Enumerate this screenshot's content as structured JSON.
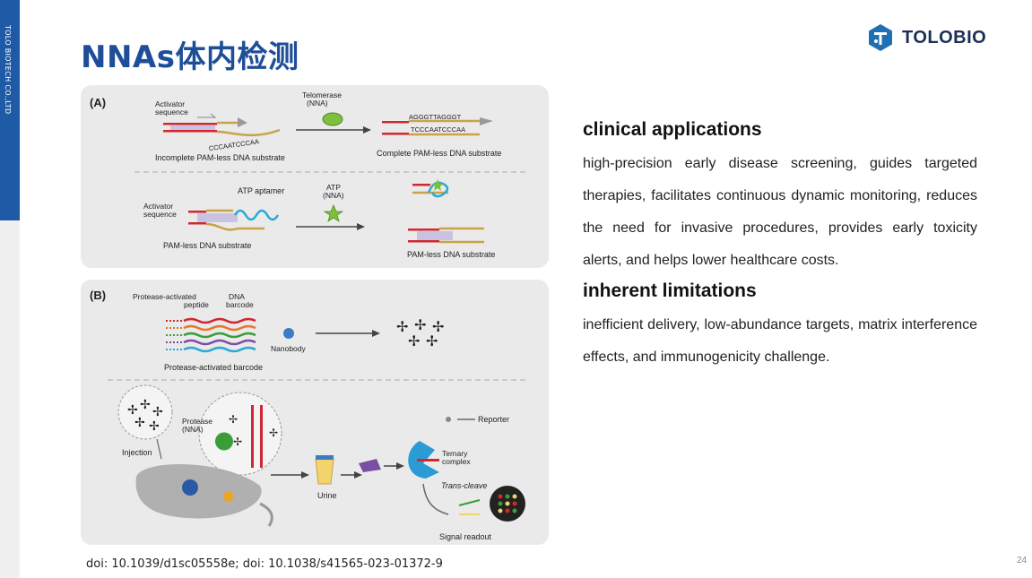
{
  "sidebar": {
    "company_text": "TOLO BIOTECH CO.,LTD"
  },
  "header": {
    "title": "NNAs体内检测",
    "logo_text": "TOLOBIO"
  },
  "figure_a": {
    "label": "(A)",
    "activator_1": "Activator",
    "sequence_1": "sequence",
    "seq_red_1": "CCCAATCCCAA",
    "telomerase": "Telomerase",
    "nna_1": "(NNA)",
    "seq_top": "AGGGTTAGGGT",
    "seq_bottom": "TCCCAATCCCAA",
    "incomplete_caption": "Incomplete PAM-less DNA substrate",
    "complete_caption": "Complete PAM-less DNA substrate",
    "activator_2": "Activator",
    "sequence_2": "sequence",
    "atp_aptamer": "ATP aptamer",
    "atp": "ATP",
    "nna_2": "(NNA)",
    "pamless_left": "PAM-less DNA substrate",
    "pamless_right": "PAM-less DNA substrate"
  },
  "figure_b": {
    "label": "(B)",
    "protease_activated": "Protease-activated",
    "peptide": "peptide",
    "dna": "DNA",
    "barcode": "barcode",
    "nanobody": "Nanobody",
    "pa_barcode": "Protease-activated barcode",
    "protease": "Protease",
    "nna": "(NNA)",
    "injection": "Injection",
    "urine": "Urine",
    "reporter": "Reporter",
    "ternary": "Ternary",
    "complex": "complex",
    "trans_cleave": "Trans-cleave",
    "signal_readout": "Signal readout"
  },
  "content": {
    "clinical_heading": "clinical applications",
    "clinical_text": "high-precision early disease screening, guides targeted therapies, facilitates continuous dynamic monitoring, reduces the need for invasive procedures, provides early toxicity alerts, and helps lower healthcare costs.",
    "limitations_heading": "inherent limitations",
    "limitations_text": "inefficient delivery, low-abundance targets, matrix interference effects, and immunogenicity challenge."
  },
  "footer": {
    "doi": "doi: 10.1039/d1sc05558e;  doi: 10.1038/s41565-023-01372-9",
    "page_number": "24"
  },
  "colors": {
    "title_blue": "#1f4e99",
    "sidebar_blue": "#1f5aa6",
    "panel_gray": "#eaeaea",
    "logo_navy": "#1b2f57"
  }
}
